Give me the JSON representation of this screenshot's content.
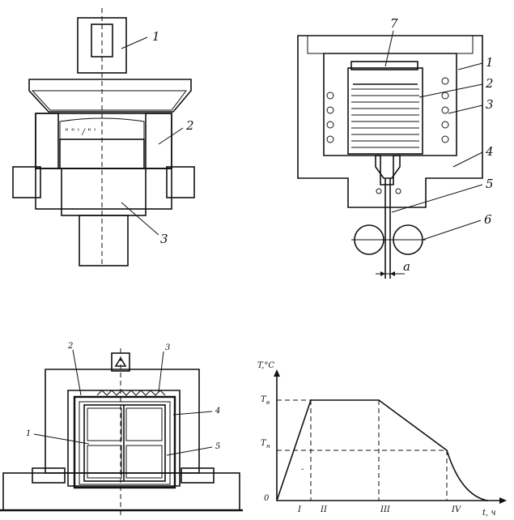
{
  "panels": {
    "press_mold": {
      "labels": {
        "l1": "1",
        "l2": "2",
        "l3": "3"
      }
    },
    "drawing_furnace": {
      "labels": {
        "l1": "1",
        "l2": "2",
        "l3": "3",
        "l4": "4",
        "l5": "5",
        "l6": "6",
        "l7": "7",
        "gap": "a"
      }
    },
    "sintering_furnace": {
      "labels": {
        "l1": "1",
        "l2": "2",
        "l3": "3",
        "l4": "4",
        "l5": "5"
      }
    },
    "temperature_schedule": {
      "y_axis_label": "T,°C",
      "x_axis_label": "t, ч",
      "origin_label": "0",
      "tick_labels_y": {
        "upper": "T",
        "upper_sub": "в",
        "lower": "T",
        "lower_sub": "н"
      },
      "stage_labels": [
        "I",
        "II",
        "III",
        "IV"
      ],
      "minor_label": "-"
    }
  },
  "chart_data": {
    "type": "line",
    "title": "",
    "xlabel": "t, ч",
    "ylabel": "T,°C",
    "x": [
      0,
      1.0,
      2.0,
      3.0,
      5.0,
      6.2
    ],
    "y": [
      0,
      1.0,
      1.0,
      1.0,
      0.5,
      0.0
    ],
    "stages": [
      "I",
      "II",
      "III",
      "IV"
    ],
    "y_ticks": [
      "Tв",
      "Tн"
    ],
    "grid": false
  }
}
